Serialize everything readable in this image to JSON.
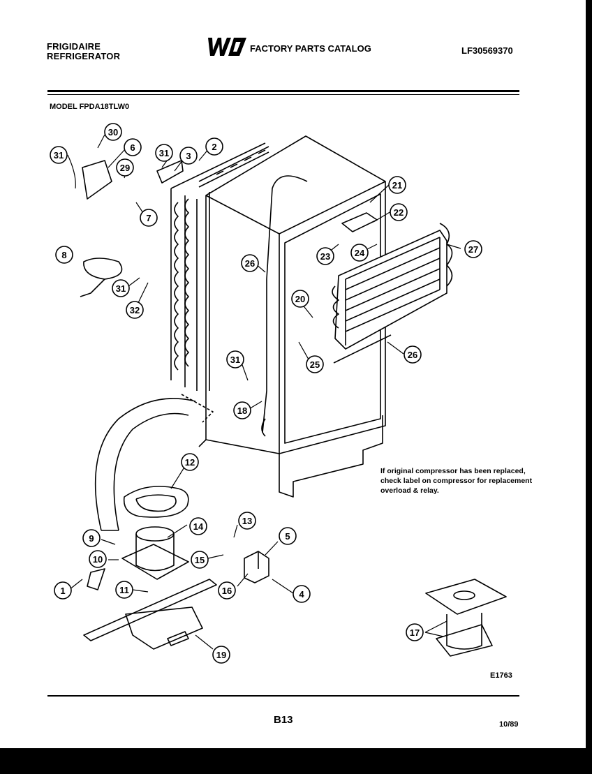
{
  "header": {
    "brand_line1": "FRIGIDAIRE",
    "brand_line2": "REFRIGERATOR",
    "catalog_title": "FACTORY PARTS CATALOG",
    "part_number": "LF30569370",
    "model": "MODEL FPDA18TLW0"
  },
  "callouts": [
    "30",
    "31",
    "6",
    "29",
    "31",
    "3",
    "2",
    "21",
    "22",
    "7",
    "8",
    "23",
    "24",
    "27",
    "26",
    "31",
    "32",
    "20",
    "25",
    "26",
    "31",
    "18",
    "12",
    "14",
    "13",
    "5",
    "9",
    "10",
    "15",
    "16",
    "4",
    "1",
    "11",
    "19",
    "17"
  ],
  "note": "If original compressor has been replaced, check label on compressor for replacement overload & relay.",
  "figure_code": "E1763",
  "footer": {
    "page": "B13",
    "date": "10/89"
  }
}
